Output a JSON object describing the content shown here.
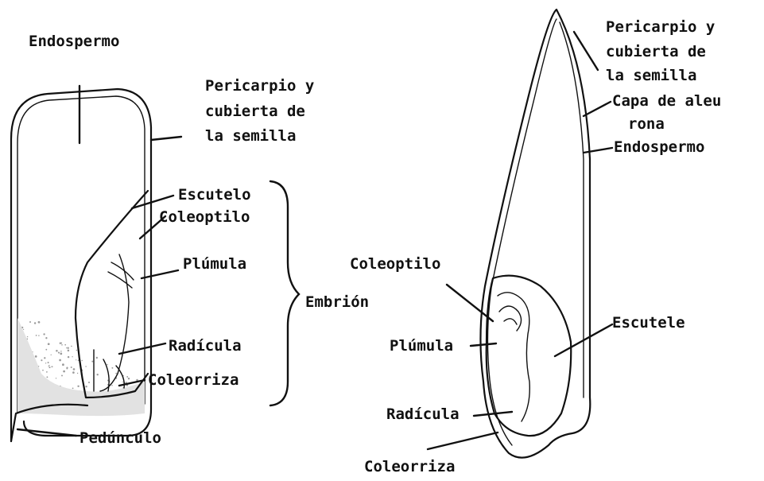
{
  "left_diagram": {
    "labels": {
      "endosperm": "Endospermo",
      "pericarp_line1": "Pericarpio y",
      "pericarp_line2": "cubierta de",
      "pericarp_line3": "la semilla",
      "scutellum": "Escutelo",
      "coleoptile": "Coleoptilo",
      "plumule": "Plúmula",
      "embryo": "Embrión",
      "radicle": "Radícula",
      "coleorhiza": "Coleorriza",
      "peduncle": "Pedúnculo"
    }
  },
  "right_diagram": {
    "labels": {
      "pericarp_line1": "Pericarpio y",
      "pericarp_line2": "cubierta de",
      "pericarp_line3": "la semilla",
      "aleurone_line1": "Capa de aleu",
      "aleurone_line2": "rona",
      "endosperm": "Endospermo",
      "coleoptile": "Coleoptilo",
      "scutellum": "Escutele",
      "plumule": "Plúmula",
      "radicle": "Radícula",
      "coleorhiza": "Coleorriza"
    }
  },
  "colors": {
    "ink": "#111111",
    "background": "#ffffff",
    "stipple": "#9a9a9a"
  }
}
